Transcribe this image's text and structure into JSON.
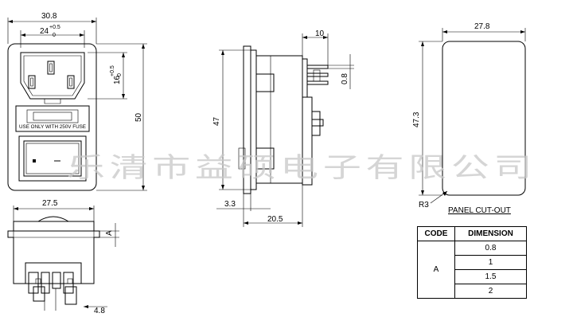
{
  "front_view": {
    "overall_width": "30.8",
    "inlet_width": "24",
    "inlet_width_tol_upper": "+0.5",
    "inlet_width_tol_lower": "0",
    "inlet_height": "16",
    "inlet_height_tol_upper": "+0.5",
    "inlet_height_tol_lower": "0",
    "overall_height": "50",
    "fuse_label": "USE ONLY WITH 250V FUSE"
  },
  "side_view": {
    "terminal_length": "10",
    "terminal_thickness": "0.8",
    "body_height": "47",
    "flange_thickness": "3.3",
    "body_depth": "20.5"
  },
  "bottom_view": {
    "width": "27.5",
    "dim_a": "A",
    "terminal_pitch": "4.8"
  },
  "panel_cutout": {
    "width": "27.8",
    "height": "47.3",
    "corner_radius": "R3",
    "title": "PANEL CUT-OUT"
  },
  "table": {
    "header_code": "CODE",
    "header_dimension": "DIMENSION",
    "code": "A",
    "dimensions": [
      "0.8",
      "1",
      "1.5",
      "2"
    ]
  },
  "watermark": "乐清市益硕电子有限公司"
}
